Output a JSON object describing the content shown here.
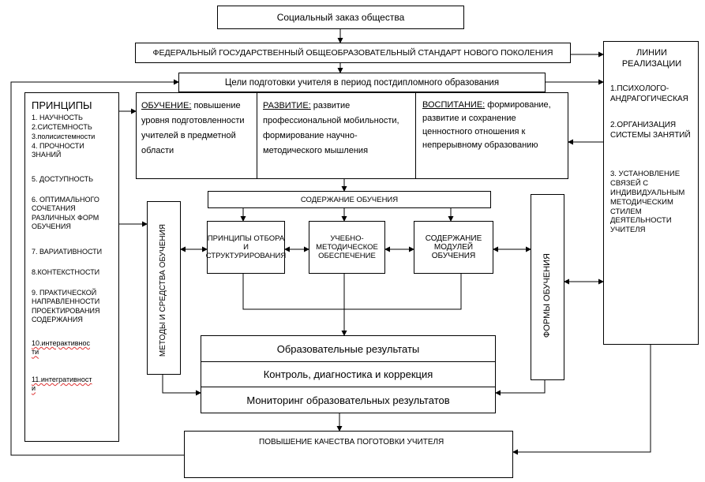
{
  "social_order": "Социальный заказ общества",
  "fgos": "ФЕДЕРАЛЬНЫЙ ГОСУДАРСТВЕННЫЙ ОБЩЕОБРАЗОВАТЕЛЬНЫЙ СТАНДАРТ НОВОГО ПОКОЛЕНИЯ",
  "goals": "Цели подготовки учителя в период постдипломного образования",
  "principles": {
    "title": "ПРИНЦИПЫ",
    "items": [
      "1. НАУЧНОСТЬ",
      "2.СИСТЕМНОСТЬ",
      "3.полисистемности",
      "4. ПРОЧНОСТИ ЗНАНИЙ",
      "5. ДОСТУПНОСТЬ",
      "6. ОПТИМАЛЬНОГО СОЧЕТАНИЯ РАЗЛИЧНЫХ ФОРМ ОБУЧЕНИЯ",
      "7. ВАРИАТИВНОСТИ",
      "8.КОНТЕКСТНОСТИ",
      "9. ПРАКТИЧЕСКОЙ НАПРАВЛЕННОСТИ ПРОЕКТИРОВАНИЯ СОДЕРЖАНИЯ",
      "10.интерактивности",
      "11.интегративности"
    ]
  },
  "goal_cells": [
    {
      "head": "ОБУЧЕНИЕ:",
      "text": " повышение уровня подготовленности учителей  в предметной области"
    },
    {
      "head": "РАЗВИТИЕ:",
      "text": "  развитие профессиональной мобильности, формирование научно-методического мышления"
    },
    {
      "head": "ВОСПИТАНИЕ:",
      "text": " формирование, развитие и сохранение ценностного отношения к непрерывному образованию"
    }
  ],
  "lines": {
    "title": "ЛИНИИ РЕАЛИЗАЦИИ",
    "items": [
      "1.ПСИХОЛОГО-АНДРАГОГИЧЕСКАЯ",
      "2.ОРГАНИЗАЦИЯ СИСТЕМЫ ЗАНЯТИЙ",
      "3. УСТАНОВЛЕНИЕ СВЯЗЕЙ С ИНДИВИДУАЛЬНЫМ МЕТОДИЧЕСКИМ СТИЛЕМ ДЕЯТЕЛЬНОСТИ УЧИТЕЛЯ"
    ]
  },
  "content": {
    "title": "СОДЕРЖАНИЕ ОБУЧЕНИЯ",
    "sub": [
      "ПРИНЦИПЫ ОТБОРА И СТРУКТУРИРОВАНИЯ",
      "УЧЕБНО-МЕТОДИЧЕСКОЕ ОБЕСПЕЧЕНИЕ",
      "СОДЕРЖАНИЕ МОДУЛЕЙ ОБУЧЕНИЯ"
    ]
  },
  "methods": "МЕТОДЫ И СРЕДСТВА ОБУЧЕНИЯ",
  "forms": "ФОРМЫ  ОБУЧЕНИЯ",
  "results": [
    "Образовательные результаты",
    "Контроль, диагностика и коррекция",
    "Мониторинг  образовательных результатов"
  ],
  "quality": "ПОВЫШЕНИЕ  КАЧЕСТВА ПОГОТОВКИ УЧИТЕЛЯ"
}
